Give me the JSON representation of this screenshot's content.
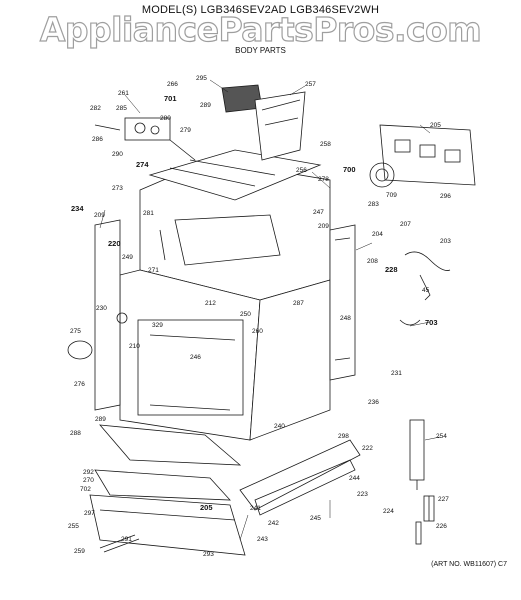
{
  "header": {
    "model_line": "MODEL(S) LGB346SEV2AD  LGB346SEV2WH",
    "section": "BODY PARTS",
    "watermark": "AppliancePartsPros.com"
  },
  "art_number": "(ART NO. WB11607) C7",
  "callouts": [
    "295",
    "257",
    "266",
    "261",
    "701",
    "282",
    "285",
    "289",
    "280",
    "279",
    "286",
    "290",
    "274",
    "258",
    "700",
    "256",
    "278",
    "273",
    "209",
    "234",
    "281",
    "247",
    "209",
    "283",
    "204",
    "207",
    "205",
    "296",
    "709",
    "203",
    "220",
    "249",
    "271",
    "212",
    "287",
    "208",
    "228",
    "45",
    "250",
    "248",
    "275",
    "329",
    "246",
    "260",
    "703",
    "210",
    "230",
    "276",
    "231",
    "288",
    "289",
    "240",
    "236",
    "298",
    "254",
    "222",
    "292",
    "270",
    "702",
    "244",
    "223",
    "224",
    "227",
    "297",
    "205",
    "241",
    "245",
    "255",
    "293",
    "291",
    "243",
    "226",
    "259",
    "242"
  ],
  "legend_colors": {
    "ink": "#1a1a1a",
    "paper": "#ffffff",
    "shade": "#555555"
  }
}
